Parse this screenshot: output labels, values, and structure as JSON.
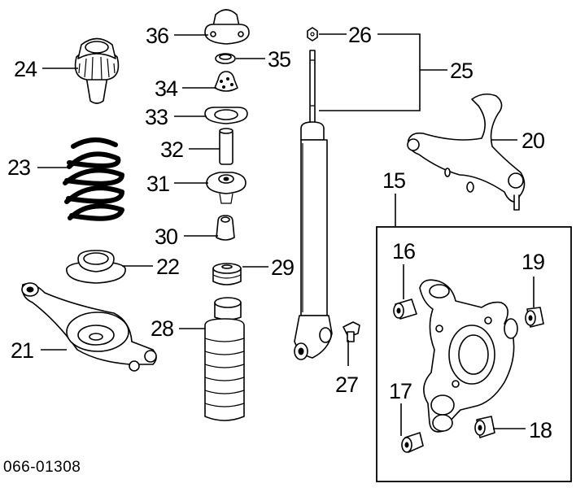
{
  "diagram": {
    "code": "066-01308",
    "callouts": {
      "p15": "15",
      "p16": "16",
      "p17": "17",
      "p18": "18",
      "p19": "19",
      "p20": "20",
      "p21": "21",
      "p22": "22",
      "p23": "23",
      "p24": "24",
      "p25": "25",
      "p26": "26",
      "p27": "27",
      "p28": "28",
      "p29": "29",
      "p30": "30",
      "p31": "31",
      "p32": "32",
      "p33": "33",
      "p34": "34",
      "p35": "35",
      "p36": "36"
    }
  }
}
